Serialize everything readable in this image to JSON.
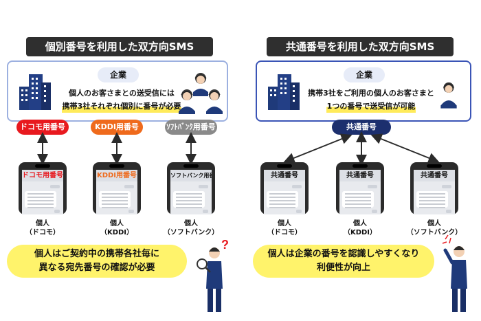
{
  "left": {
    "title": "個別番号を利用した双方向SMS",
    "corp_label": "企業",
    "corp_desc_line1": "個人のお客さまとの送受信には",
    "corp_desc_line2": "携帯3社それぞれ個別に番号が必要",
    "numbers": [
      {
        "label": "ドコモ用番号",
        "color": "#e8191f"
      },
      {
        "label": "KDDI用番号",
        "color": "#ef6a1c"
      },
      {
        "label": "ｿﾌﾄﾊﾞﾝｸ用番号",
        "color": "#8a8a8a"
      }
    ],
    "phones": [
      {
        "header": "ドコモ用番号",
        "header_color": "#e8191f"
      },
      {
        "header": "KDDI用番号",
        "header_color": "#ef6a1c"
      },
      {
        "header": "ソフトバンク用番号",
        "header_color": "#111111"
      }
    ],
    "captions": [
      {
        "line1": "個人",
        "line2": "（ドコモ）"
      },
      {
        "line1": "個人",
        "line2": "（KDDI）"
      },
      {
        "line1": "個人",
        "line2": "（ソフトバンク）"
      }
    ],
    "bottom_line1": "個人はご契約中の携帯各社毎に",
    "bottom_line2": "異なる宛先番号の確認が必要"
  },
  "right": {
    "title": "共通番号を利用した双方向SMS",
    "corp_label": "企業",
    "corp_desc_line1": "携帯3社をご利用の個人のお客さまと",
    "corp_desc_line2": "1つの番号で送受信が可能",
    "number": {
      "label": "共通番号",
      "color": "#1c2f6e"
    },
    "phones": [
      {
        "header": "共通番号"
      },
      {
        "header": "共通番号"
      },
      {
        "header": "共通番号"
      }
    ],
    "captions": [
      {
        "line1": "個人",
        "line2": "（ドコモ）"
      },
      {
        "line1": "個人",
        "line2": "（KDDI）"
      },
      {
        "line1": "個人",
        "line2": "（ソフトバンク）"
      }
    ],
    "bottom_line1": "個人は企業の番号を認識しやすくなり",
    "bottom_line2": "利便性が向上"
  },
  "icons": {
    "building": "office-building-icon",
    "operators": "call-center-operators-icon",
    "confused_person": "person-with-magnifier-question-icon",
    "happy_person": "person-pointing-icon"
  }
}
